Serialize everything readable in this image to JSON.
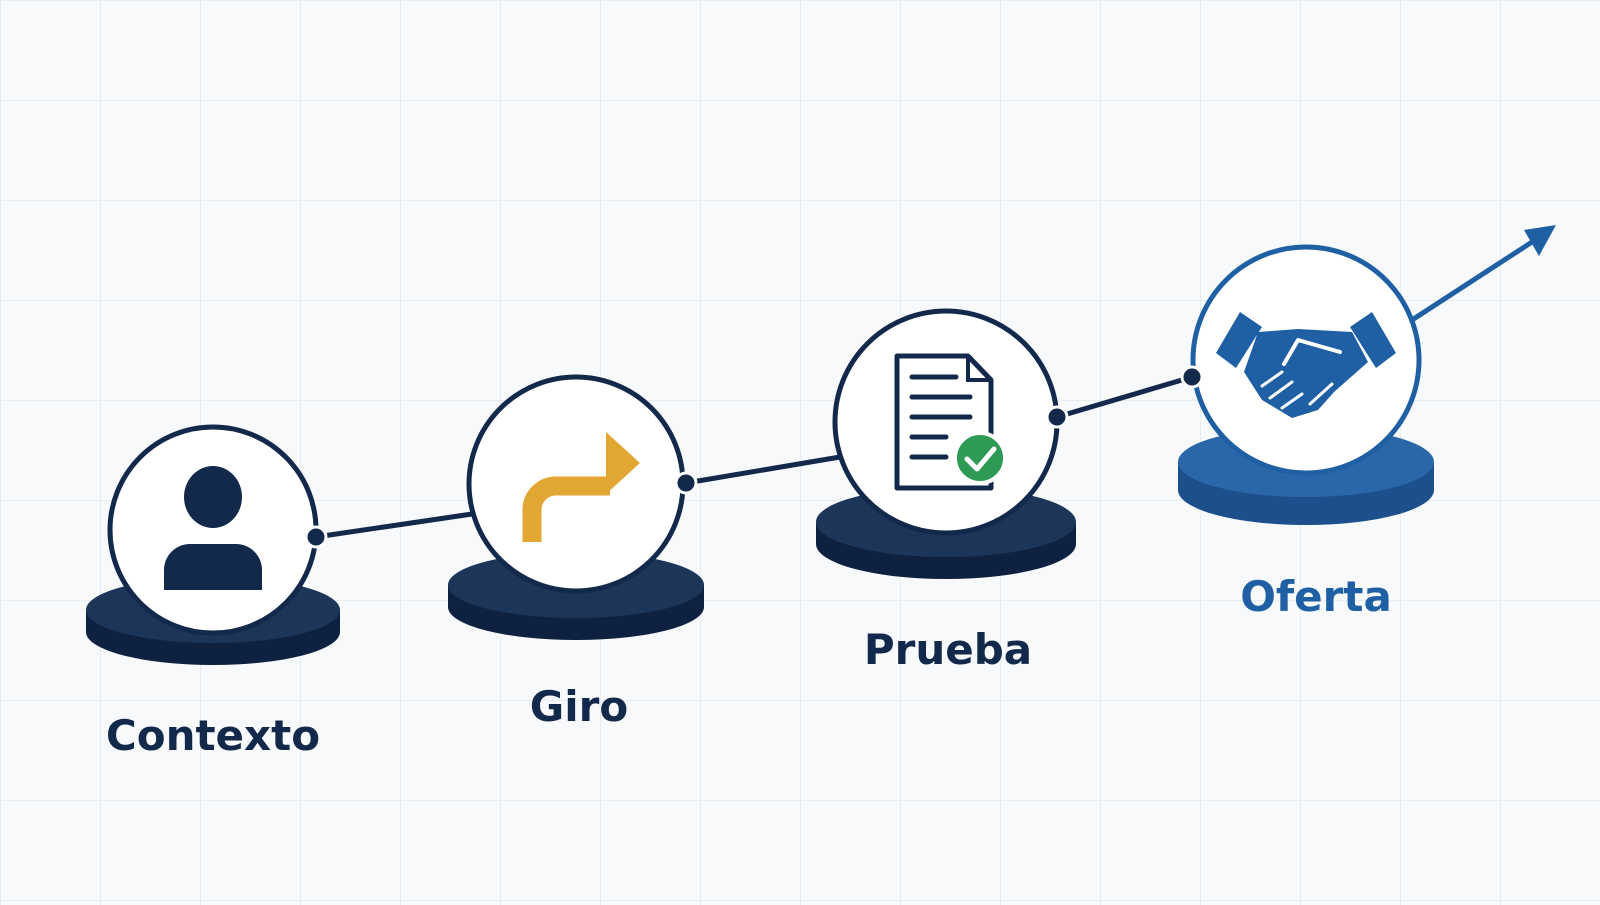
{
  "colors": {
    "navy": "#13294b",
    "navy_dark": "#0f2140",
    "blue": "#1f5fa3",
    "gold": "#e2a633",
    "green": "#2e9a55",
    "white": "#ffffff"
  },
  "steps": [
    {
      "label": "Contexto",
      "icon": "person-icon",
      "label_color": "#13294b"
    },
    {
      "label": "Giro",
      "icon": "turn-arrow-icon",
      "label_color": "#13294b"
    },
    {
      "label": "Prueba",
      "icon": "document-check-icon",
      "label_color": "#13294b"
    },
    {
      "label": "Oferta",
      "icon": "handshake-icon",
      "label_color": "#1f5fa3"
    }
  ],
  "connector": {
    "style": "line-with-dot-joints",
    "end": "arrow-up-right"
  }
}
